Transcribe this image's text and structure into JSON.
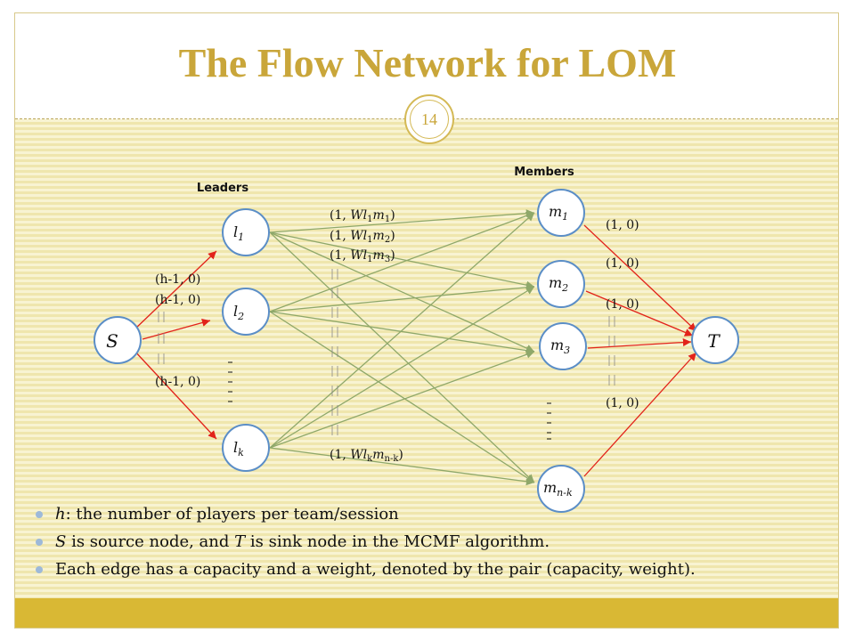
{
  "slide": {
    "title": "The Flow Network for LOM",
    "number": "14"
  },
  "colors": {
    "title": "#c9a63a",
    "accent_bar": "#d9b834",
    "red_edge": "#e2231a",
    "green_edge": "#8fa86a",
    "node_border": "#5b8ec7"
  },
  "diagram": {
    "group_labels": {
      "leaders": "Leaders",
      "members": "Members"
    },
    "nodes": {
      "source": "S",
      "sink": "T",
      "leaders": [
        {
          "base": "l",
          "sub": "1"
        },
        {
          "base": "l",
          "sub": "2"
        },
        {
          "base": "l",
          "sub": "k"
        }
      ],
      "members": [
        {
          "base": "m",
          "sub": "1"
        },
        {
          "base": "m",
          "sub": "2"
        },
        {
          "base": "m",
          "sub": "3"
        },
        {
          "base": "m",
          "sub": "n-k"
        }
      ]
    },
    "edge_labels": {
      "source_edges": [
        "(h-1, 0)",
        "(h-1, 0)",
        "(h-1, 0)"
      ],
      "leader_member_edges": [
        "(1, Wl1m1)",
        "(1, Wl1m2)",
        "(1, Wl1m3)",
        "(1, Wlkmn-k)"
      ],
      "sink_edges": [
        "(1, 0)",
        "(1, 0)",
        "(1, 0)",
        "(1, 0)"
      ]
    }
  },
  "bullets": [
    {
      "var": "h",
      "text": ": the number of players per team/session"
    },
    {
      "var1": "S",
      "mid": " is source node, and ",
      "var2": "T",
      "text": " is sink node in the MCMF algorithm."
    },
    {
      "text": "Each edge has a capacity and a weight, denoted by the pair (capacity, weight)."
    }
  ]
}
